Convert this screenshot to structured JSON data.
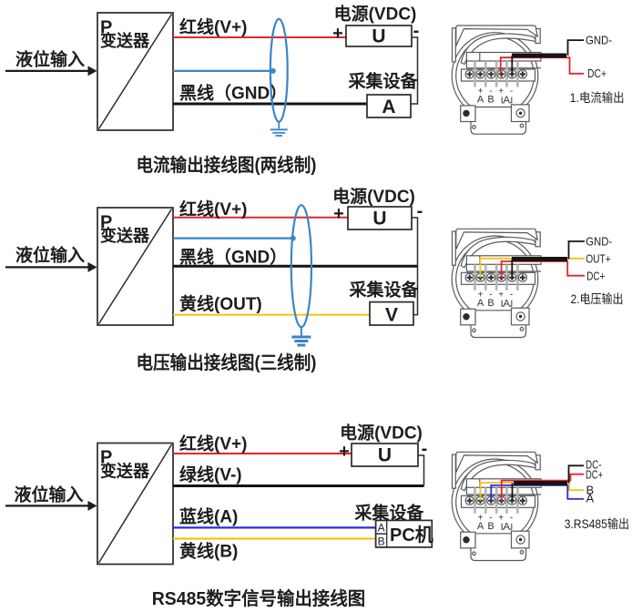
{
  "colors": {
    "red_wire": "#e8232b",
    "shield_blue": "#3a86c5",
    "deep_blue_wire": "#2a2ae0",
    "yellow_wire": "#f2c318",
    "black_wire": "#141414",
    "green_wire_drawn": "#111511",
    "line_art_gray": "#5a5a5a",
    "text": "#1d1d1d",
    "background": "#ffffff"
  },
  "device": {
    "terminal_signs": [
      "+",
      "-",
      "+",
      "-"
    ],
    "terminal_names": [
      "A",
      "B"
    ],
    "loop_terminal": "A"
  },
  "sections": [
    {
      "input_label": "液位输入",
      "transmitter": {
        "top": "P",
        "name": "变送器"
      },
      "wires": {
        "red": "红线(V+)",
        "black": "黑线（GND）"
      },
      "power": {
        "label": "电源(VDC)",
        "plus": "+",
        "minus": "-",
        "unit": "U"
      },
      "collector": {
        "label": "采集设备",
        "unit": "A"
      },
      "pins": {
        "gnd": "GND-",
        "dc": "DC+"
      },
      "output_label": "1.电流输出",
      "caption": "电流输出接线图(两线制)"
    },
    {
      "input_label": "液位输入",
      "transmitter": {
        "top": "P",
        "name": "变送器"
      },
      "wires": {
        "red": "红线(V+)",
        "black": "黑线（GND）",
        "yellow": "黄线(OUT)"
      },
      "power": {
        "label": "电源(VDC)",
        "plus": "+",
        "minus": "-",
        "unit": "U"
      },
      "collector": {
        "label": "采集设备",
        "unit": "V"
      },
      "pins": {
        "gnd": "GND-",
        "out": "OUT+",
        "dc": "DC+"
      },
      "output_label": "2.电压输出",
      "caption": "电压输出接线图(三线制)"
    },
    {
      "input_label": "液位输入",
      "transmitter": {
        "top": "P",
        "name": "变送器"
      },
      "wires": {
        "red": "红线(V+)",
        "green": "绿线(V-)",
        "blue": "蓝线(A)",
        "yellow": "黄线(B)"
      },
      "power": {
        "label": "电源(VDC)",
        "plus": "+",
        "minus": "-",
        "unit": "U"
      },
      "collector": {
        "label": "采集设备",
        "unit": "PC机",
        "port_a": "A",
        "port_b": "B"
      },
      "pins": {
        "dcm": "DC-",
        "dc": "DC+",
        "b": "B",
        "a": "A"
      },
      "output_label": "3.RS485输出",
      "caption": "RS485数字信号输出接线图"
    }
  ]
}
